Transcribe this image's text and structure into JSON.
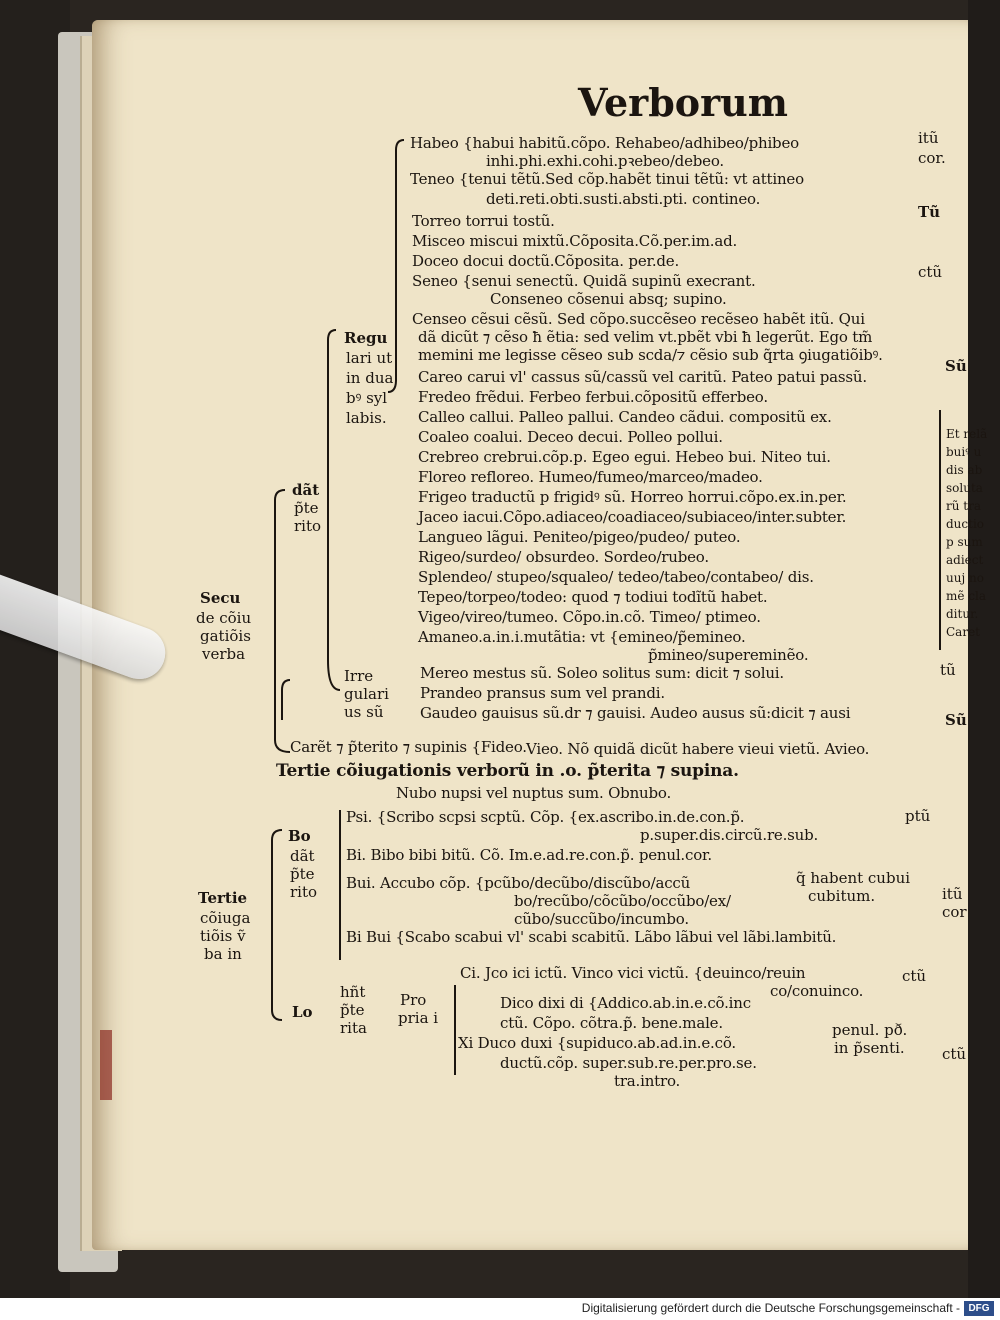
{
  "page": {
    "heading": "Verborum"
  },
  "left_labels": {
    "secunde": [
      "Secu",
      "de cõiu",
      "gatiõis",
      "verba"
    ],
    "dant_preterito": [
      "dãt",
      "p̃te",
      "rito"
    ],
    "regulariter": [
      "Regu",
      "lari ut",
      "in dua",
      "bꝰ syl",
      "labis."
    ],
    "irregularis": [
      "Irre",
      "gulari",
      "us sũ"
    ],
    "tertie": [
      "Tertie",
      "cõiuga",
      "tiõis ṽ",
      "ba in"
    ],
    "bo_dant": [
      "Bo",
      "dãt",
      "p̃te",
      "rito"
    ],
    "lo": "Lo",
    "hnt": [
      "hñt",
      "p̃te",
      "rita"
    ],
    "propria": [
      "Pro",
      "pria i"
    ]
  },
  "lines": [
    "Habeo {habui habitũ.cõpo. Rehabeo/adhibeo/phibeo",
    "inhi.phi.exhi.cohi.pꝛebeo/debeo.",
    "Teneo {tenui tẽtũ.Sed cõp.habẽt tinui tẽtũ: vt attineo",
    "deti.reti.obti.susti.absti.pti. contineo.",
    "Torreo torrui tostũ.",
    "Misceo miscui mixtũ.Cõposita.Cõ.per.im.ad.",
    "Doceo docui doctũ.Cõposita. per.de.",
    "Seneo {senui senectũ. Quidã supinũ execrant.",
    "Conseneo cõsenui absq; supino.",
    "Censeo cẽsui cẽsũ. Sed cõpo.succẽseo recẽseo habẽt itũ. Qui",
    "dã dicũt ⁊ cẽso ħ ẽtia: sed velim vt.pbẽt vbi ħ legerũt. Ego tm̃",
    "memini me legisse cẽseo sub scda/⁊ cẽsio sub q̃rta ꝯiugatiõibꝰ.",
    "Careo carui vl' cassus sũ/cassũ vel caritũ. Pateo patui passũ.",
    "Fredeo frẽdui. Ferbeo ferbui.cõpositũ efferbeo.",
    "Calleo callui. Palleo pallui. Candeo cãdui. compositũ ex.",
    "Coaleo coalui. Deceo decui. Polleo pollui.",
    "Crebreo crebrui.cõp.p. Egeo egui. Hebeo bui. Niteo tui.",
    "Floreo refloreo. Humeo/fumeo/marceo/madeo.",
    "Frigeo traductũ p frigidꝰ sũ. Horreo horrui.cõpo.ex.in.per.",
    "Jaceo iacui.Cõpo.adiaceo/coadiaceo/subiaceo/inter.subter.",
    "Langueo lãgui. Peniteo/pigeo/pudeo/ puteo.",
    "Rigeo/surdeo/ obsurdeo. Sordeo/rubeo.",
    "Splendeo/ stupeo/squaleo/ tedeo/tabeo/contabeo/ dis.",
    "Tepeo/torpeo/todeo: quod ⁊ todiui todĩtũ habet.",
    "Vigeo/vireo/tumeo. Cõpo.in.cõ. Timeo/ ptimeo.",
    "Amaneo.a.in.i.mutãtia: vt {emineo/p̃emineo.",
    "p̃mineo/supereminẽo.",
    "Mereo mestus sũ. Soleo solitus sum: dicit ⁊ solui.",
    "Prandeo pransus sum vel prandi.",
    "Gaudeo gauisus sũ.dr ⁊ gauisi. Audeo ausus sũ:dicit ⁊ ausi",
    "Carẽt ⁊ p̃terito ⁊ supinis {Fideo.",
    "Vieo. Nõ quidã dicũt habere vieui vietũ. Avieo.",
    "Tertie cõiugationis verborũ in .o. p̃terita ⁊ supina.",
    "Nubo nupsi vel nuptus sum. Obnubo.",
    "Psi. {Scribo scpsi scptũ. Cõp. {ex.ascribo.in.de.con.p̃.",
    "p.super.dis.circũ.re.sub.",
    "Bi. Bibo bibi bitũ. Cõ. Im.e.ad.re.con.p̃. penul.cor.",
    "Bui. Accubo cõp. {pcũbo/decũbo/discũbo/accũ",
    "bo/recũbo/cõcũbo/occũbo/ex/",
    "cũbo/succũbo/incumbo.",
    "Bi Bui {Scabo scabui vl' scabi scabitũ. Lãbo lãbui vel lãbi.lambitũ.",
    "Ci. Jco ici ictũ. Vinco vici victũ. {deuinco/reuin",
    "co/conuinco.",
    "Dico dixi di {Addico.ab.in.e.cõ.inc",
    "ctũ. Cõpo. cõtra.p̃. bene.male.",
    "Xi Duco duxi {supiduco.ab.ad.in.e.cõ.",
    "ductũ.cõp. super.sub.re.per.pro.se.",
    "tra.intro."
  ],
  "margin_notes": {
    "itum_cor": [
      "itũ",
      "cor."
    ],
    "tum": "Tũ",
    "ctum": "ctũ",
    "sum_1": "Sũ",
    "et_relatiua": [
      "Et relã",
      "buiꝰ u",
      "dis ab",
      "soluta",
      "rũ tra",
      "ductio",
      "p sum",
      "adiect",
      "uuj no",
      "mẽ cla",
      "ditur.",
      "Caret"
    ],
    "tum_2": "tũ",
    "sum_2": "Sũ",
    "ptum": "ptũ",
    "habent_cubui": [
      "q̃ habent cubui",
      "cubitum."
    ],
    "itum_cor_2": [
      "itũ",
      "cor"
    ],
    "ctum_2": "ctũ",
    "penul": [
      "penul. pð.",
      "in p̃senti."
    ],
    "ctum_3": "ctũ"
  },
  "footer": {
    "credit": "Digitalisierung gefördert durch die Deutsche Forschungsgemeinschaft -",
    "logo": "DFG"
  },
  "colors": {
    "paper": "#efe4c8",
    "ink": "#1b1510",
    "rubric": "#b3261e"
  }
}
